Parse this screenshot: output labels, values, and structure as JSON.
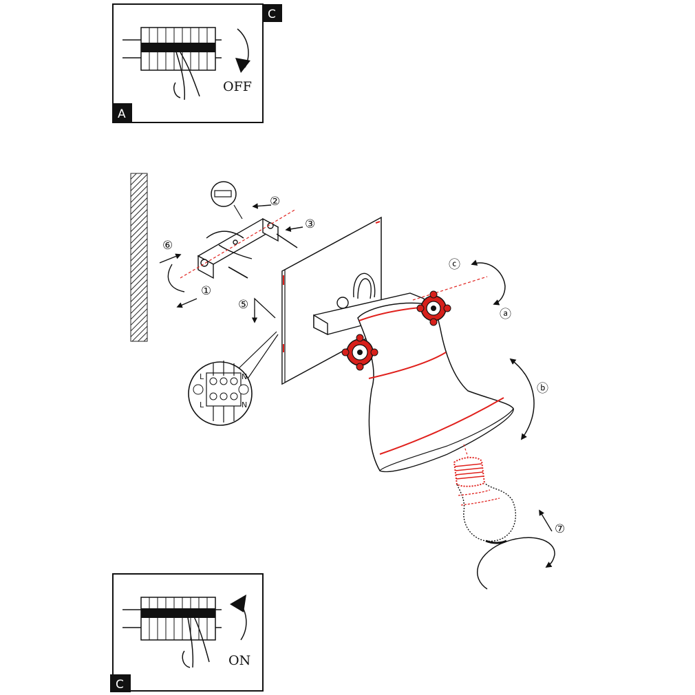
{
  "panels": {
    "off": {
      "corner_tag": "A",
      "top_tag": "C",
      "action_label": "OFF"
    },
    "on": {
      "corner_tag": "C",
      "action_label": "ON"
    }
  },
  "steps": {
    "s1": "①",
    "s2": "②",
    "s3": "③",
    "s5": "⑤",
    "s6": "⑥",
    "s7": "⑦",
    "a": "ⓐ",
    "b": "ⓑ",
    "c": "ⓒ"
  },
  "terminal": {
    "l_top": "L",
    "n_top": "N",
    "l_bottom": "L",
    "n_bottom": "N"
  },
  "colors": {
    "line": "#111111",
    "accent": "#e0201c",
    "hatch": "#222222"
  }
}
